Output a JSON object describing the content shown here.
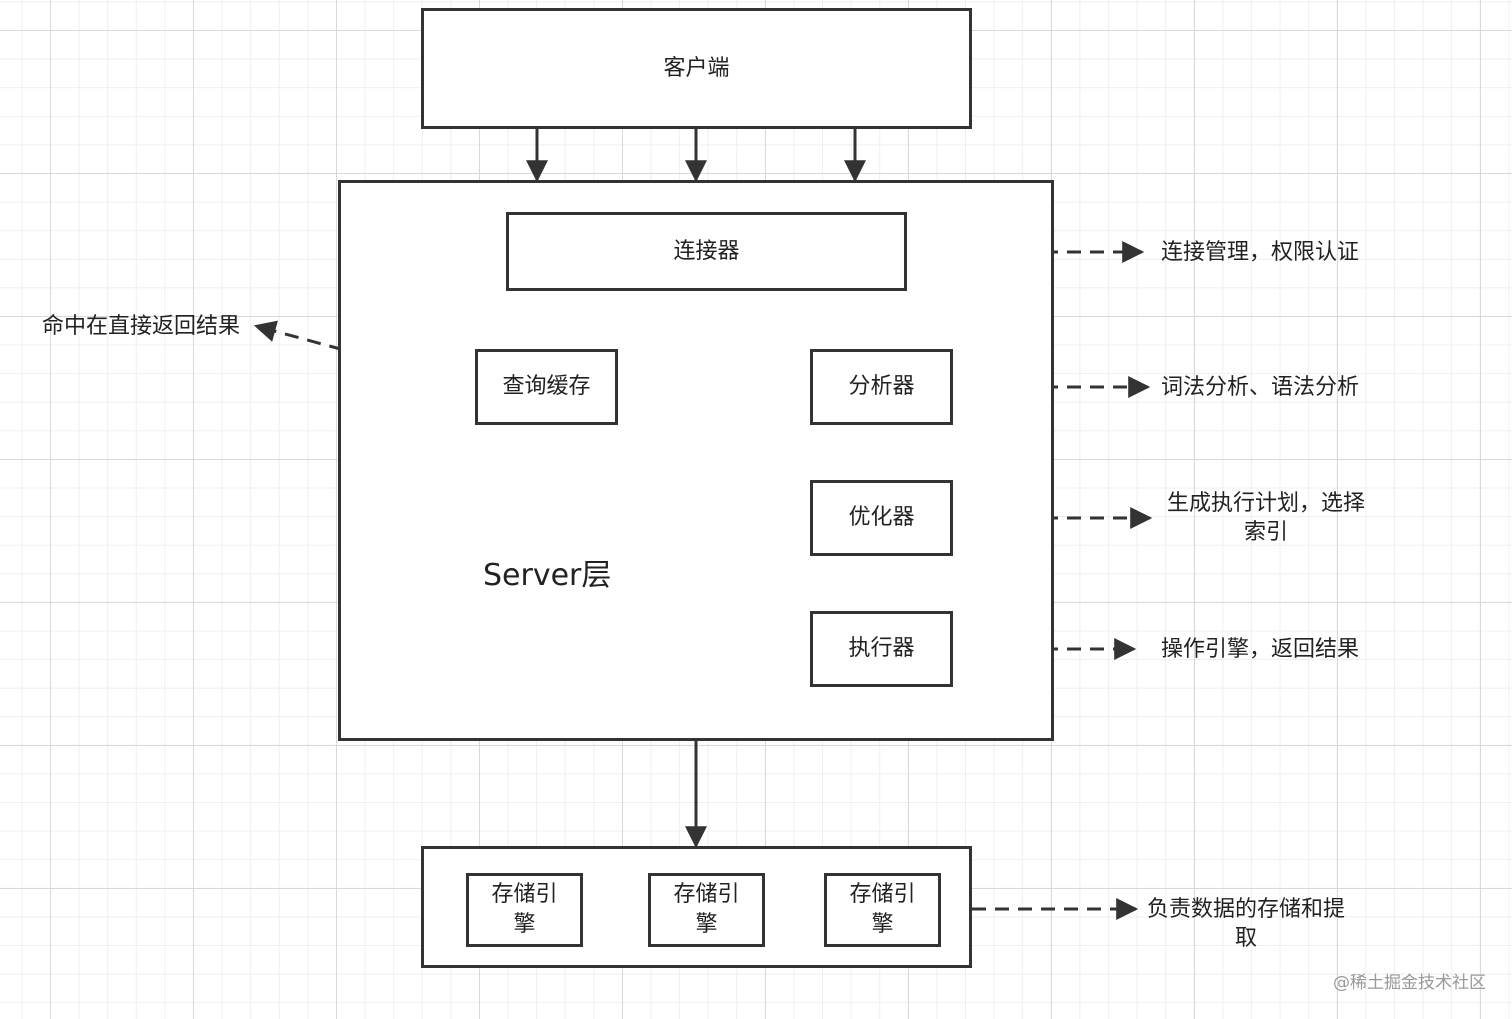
{
  "client": "客户端",
  "server": {
    "label": "Server层",
    "connector": "连接器",
    "query_cache": "查询缓存",
    "analyzer": "分析器",
    "optimizer": "优化器",
    "executor": "执行器"
  },
  "storage": {
    "engines": [
      "存储引\n擎",
      "存储引\n擎",
      "存储引\n擎"
    ]
  },
  "notes": {
    "cache_hit": "命中在直接返回结果",
    "connector": "连接管理，权限认证",
    "analyzer": "词法分析、语法分析",
    "optimizer_line1": "生成执行计划，选择",
    "optimizer_line2": "索引",
    "executor": "操作引擎，返回结果",
    "storage_line1": "负责数据的存储和提",
    "storage_line2": "取"
  },
  "watermark": "@稀土掘金技术社区"
}
